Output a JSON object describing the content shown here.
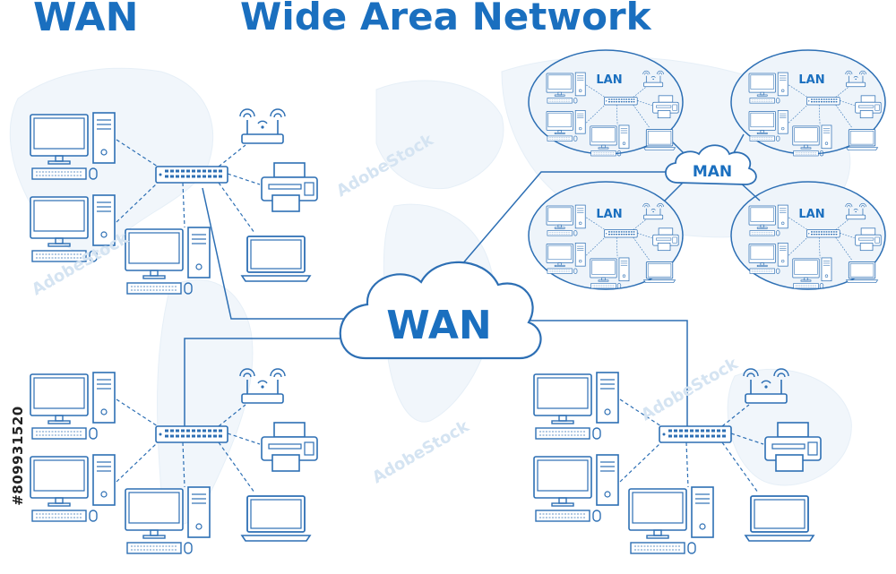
{
  "header": {
    "wan_label": "WAN",
    "title": "Wide Area Network"
  },
  "cloud_wan": {
    "label": "WAN"
  },
  "cloud_man": {
    "label": "MAN"
  },
  "lan_label": "LAN",
  "watermark": {
    "text": "AdobeStock",
    "id": "#809931520"
  },
  "colors": {
    "primary": "#1a6fbf",
    "line": "#2d6fb4",
    "map": "#d7e6f3",
    "bubble": "#eef4fa"
  }
}
